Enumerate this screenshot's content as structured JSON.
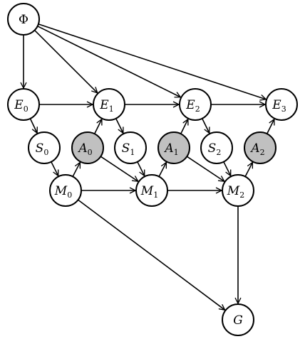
{
  "colors": {
    "stroke": "#000000",
    "plain_fill": "#ffffff",
    "action_fill": "#c0c0c0"
  },
  "nodes": [
    {
      "id": "Phi",
      "base": "Φ",
      "sub": "",
      "shaded": false
    },
    {
      "id": "E0",
      "base": "E",
      "sub": "0",
      "shaded": false
    },
    {
      "id": "E1",
      "base": "E",
      "sub": "1",
      "shaded": false
    },
    {
      "id": "E2",
      "base": "E",
      "sub": "2",
      "shaded": false
    },
    {
      "id": "E3",
      "base": "E",
      "sub": "3",
      "shaded": false
    },
    {
      "id": "S0",
      "base": "S",
      "sub": "0",
      "shaded": false
    },
    {
      "id": "A0",
      "base": "A",
      "sub": "0",
      "shaded": true
    },
    {
      "id": "S1",
      "base": "S",
      "sub": "1",
      "shaded": false
    },
    {
      "id": "A1",
      "base": "A",
      "sub": "1",
      "shaded": true
    },
    {
      "id": "S2",
      "base": "S",
      "sub": "2",
      "shaded": false
    },
    {
      "id": "A2",
      "base": "A",
      "sub": "2",
      "shaded": true
    },
    {
      "id": "M0",
      "base": "M",
      "sub": "0",
      "shaded": false
    },
    {
      "id": "M1",
      "base": "M",
      "sub": "1",
      "shaded": false
    },
    {
      "id": "M2",
      "base": "M",
      "sub": "2",
      "shaded": false
    },
    {
      "id": "G",
      "base": "G",
      "sub": "",
      "shaded": false
    }
  ],
  "edges": [
    [
      "Phi",
      "E0"
    ],
    [
      "Phi",
      "E1"
    ],
    [
      "Phi",
      "E2"
    ],
    [
      "Phi",
      "E3"
    ],
    [
      "E0",
      "E1"
    ],
    [
      "E1",
      "E2"
    ],
    [
      "E2",
      "E3"
    ],
    [
      "E0",
      "S0"
    ],
    [
      "S0",
      "M0"
    ],
    [
      "M0",
      "A0"
    ],
    [
      "A0",
      "E1"
    ],
    [
      "A0",
      "M1"
    ],
    [
      "E1",
      "S1"
    ],
    [
      "S1",
      "M1"
    ],
    [
      "M1",
      "A1"
    ],
    [
      "A1",
      "E2"
    ],
    [
      "A1",
      "M2"
    ],
    [
      "E2",
      "S2"
    ],
    [
      "S2",
      "M2"
    ],
    [
      "M2",
      "A2"
    ],
    [
      "A2",
      "E3"
    ],
    [
      "M0",
      "M1"
    ],
    [
      "M1",
      "M2"
    ],
    [
      "M0",
      "G"
    ],
    [
      "M2",
      "G"
    ]
  ]
}
